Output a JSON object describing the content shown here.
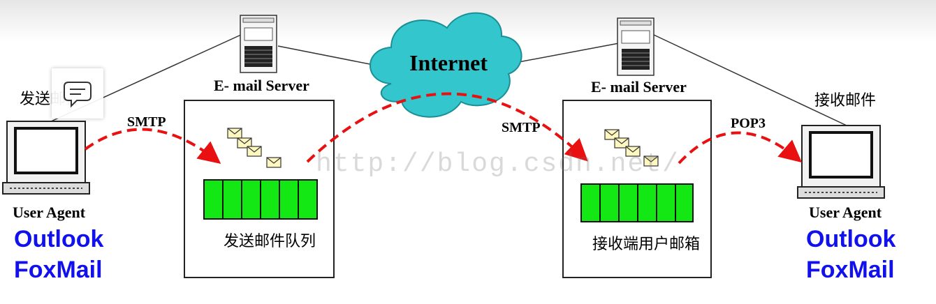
{
  "internet": "Internet",
  "left_server": {
    "title": "E- mail Server",
    "queue_label": "发送邮件队列"
  },
  "right_server": {
    "title": "E- mail Server",
    "queue_label": "接收端用户邮箱"
  },
  "left_client": {
    "caption": "发送邮件",
    "agent": "User Agent",
    "apps": [
      "Outlook",
      "FoxMail"
    ]
  },
  "right_client": {
    "caption": "接收邮件",
    "agent": "User Agent",
    "apps": [
      "Outlook",
      "FoxMail"
    ]
  },
  "protocols": {
    "send": "SMTP",
    "relay": "SMTP",
    "retrieve": "POP3"
  },
  "watermark": "http://blog.csdn.net/",
  "colors": {
    "cloud": "#33c6cc",
    "queue": "#14e814",
    "arrow": "#e81010",
    "app_text": "#1111ee"
  },
  "icons": [
    "computer-icon",
    "server-icon",
    "envelope-icon",
    "comment-icon",
    "cloud-icon"
  ]
}
